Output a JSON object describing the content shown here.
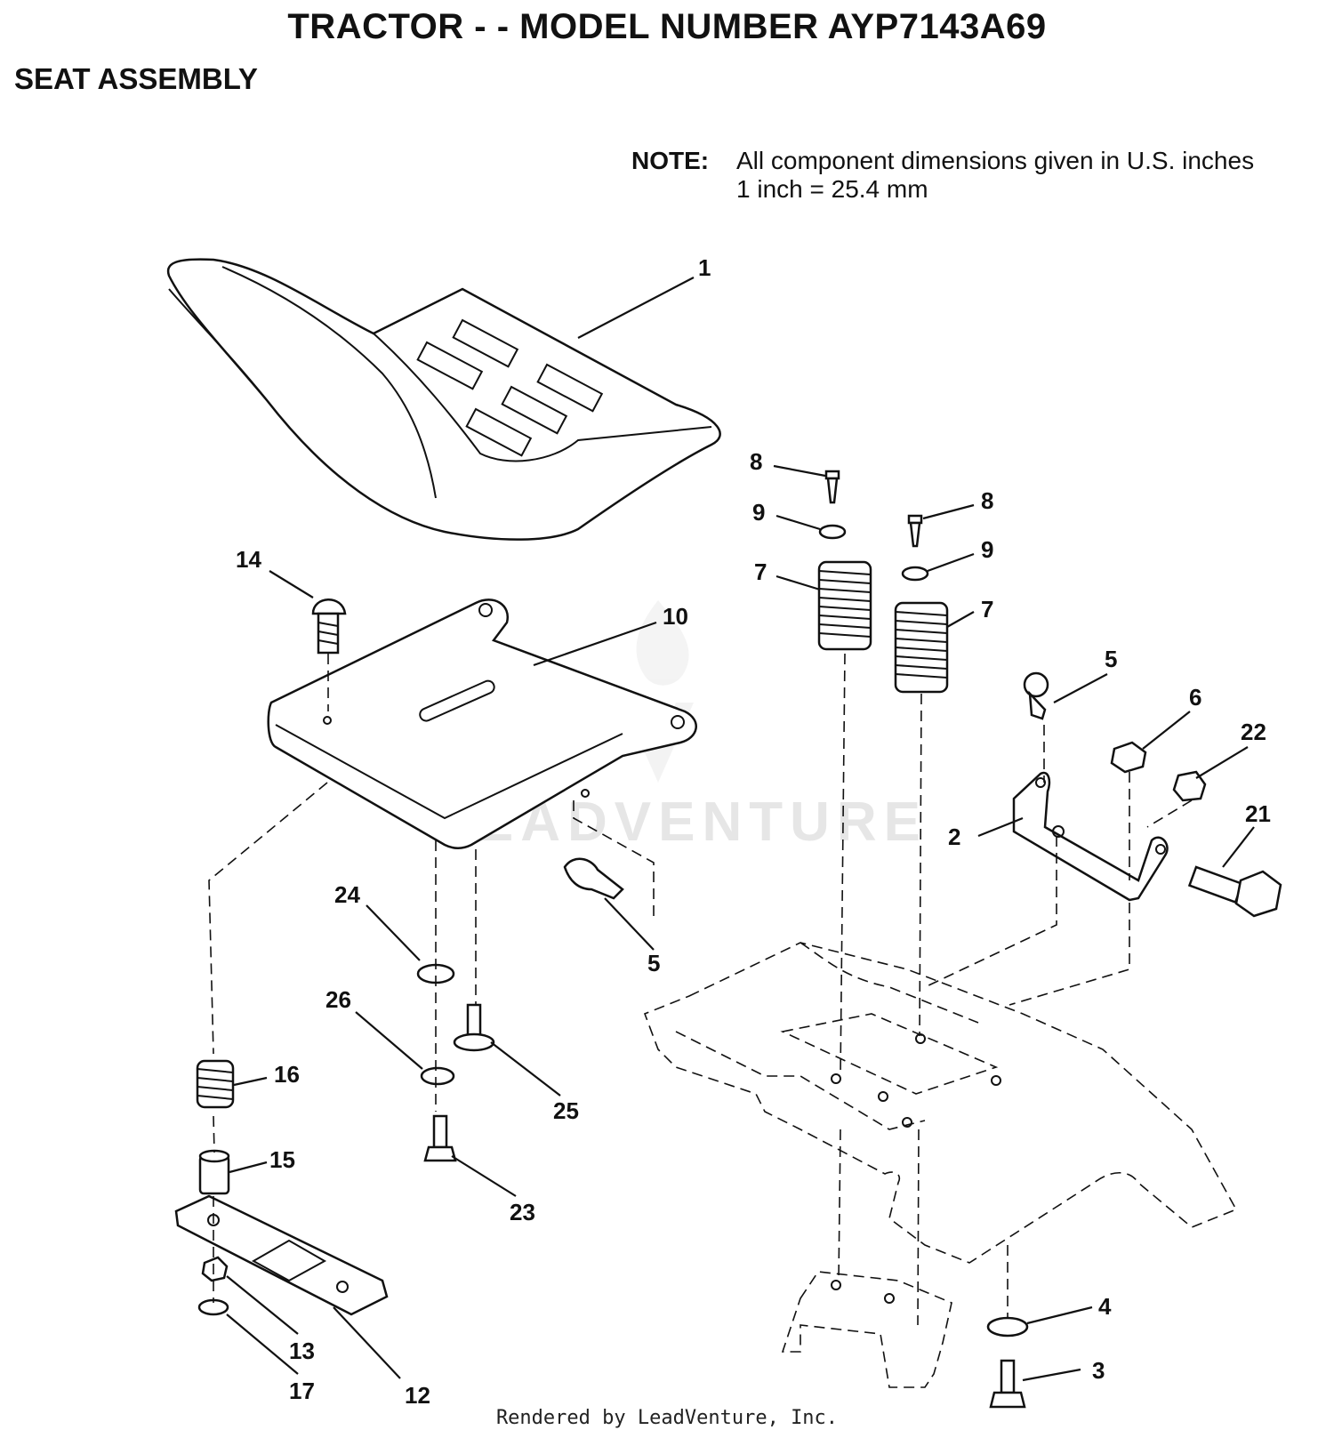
{
  "title": "TRACTOR - - MODEL NUMBER AYP7143A69",
  "section": "SEAT ASSEMBLY",
  "note": {
    "label": "NOTE:",
    "line1": "All component dimensions given in U.S. inches",
    "line2": "1 inch = 25.4 mm"
  },
  "watermark": "LEADVENTURE",
  "footer": "Rendered by LeadVenture, Inc.",
  "callouts": [
    "1",
    "8",
    "8",
    "9",
    "9",
    "7",
    "7",
    "14",
    "10",
    "5",
    "6",
    "22",
    "2",
    "21",
    "5",
    "24",
    "26",
    "25",
    "16",
    "15",
    "23",
    "13",
    "17",
    "12",
    "4",
    "3"
  ]
}
